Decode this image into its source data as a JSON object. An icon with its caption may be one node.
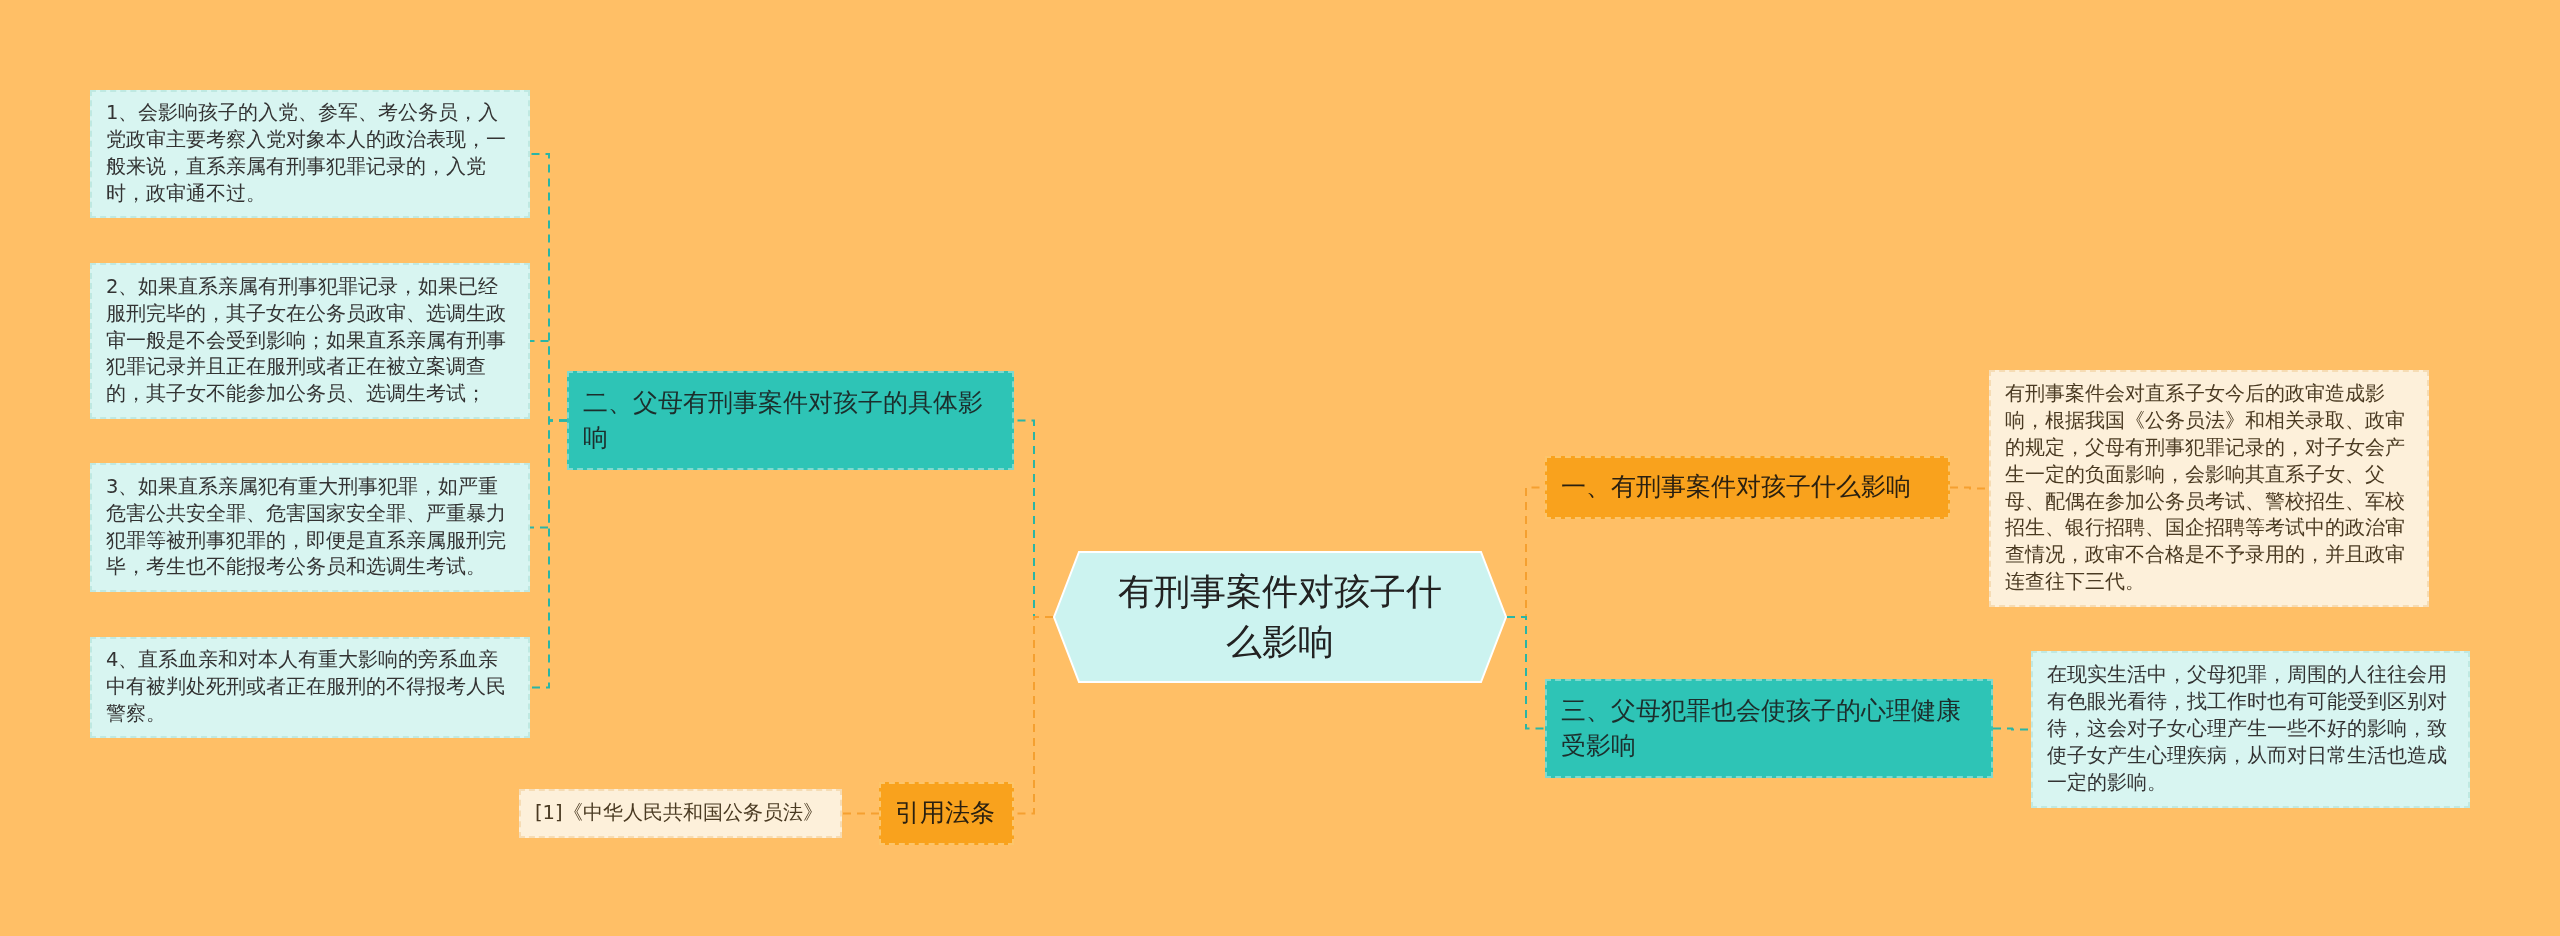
{
  "diagram": {
    "nodes": [
      {
        "text": [
          "有刑事案件对孩子什么影响"
        ]
      },
      {
        "text": [
          "二、父母有刑事案件对孩子的具体影响"
        ]
      },
      {
        "text": [
          "1、会影响孩子的入党、参军、考公务员，入党政审主要考察入党对象本人的政治表现，一般来说，直系亲属有刑事犯罪记录的，入党时，政审通不过。"
        ]
      },
      {
        "text": [
          "2、如果直系亲属有刑事犯罪记录，如果已经服刑完毕的，其子女在公务员政审、选调生政审一般是不会受到影响；如果直系亲属有刑事犯罪记录并且正在服刑或者正在被立案调查的，其子女不能参加公务员、选调生考试；"
        ]
      },
      {
        "text": [
          "3、如果直系亲属犯有重大刑事犯罪，如严重危害公共安全罪、危害国家安全罪、严重暴力犯罪等被刑事犯罪的，即便是直系亲属服刑完毕，考生也不能报考公务员和选调生考试。"
        ]
      },
      {
        "text": [
          "4、直系血亲和对本人有重大影响的旁系血亲中有被判处死刑或者正在服刑的不得报考人民警察。"
        ]
      },
      {
        "text": [
          "引用法条"
        ]
      },
      {
        "text": [
          "[1]《中华人民共和国公务员法》"
        ]
      },
      {
        "text": [
          "一、有刑事案件对孩子什么影响"
        ]
      },
      {
        "text": [
          "有刑事案件会对直系子女今后的政审造成影响，根据我国《公务员法》和相关录取、政审的规定，父母有刑事犯罪记录的，对子女会产生一定的负面影响，会影响其直系子女、父母、配偶在参加公务员考试、警校招生、军校招生、银行招聘、国企招聘等考试中的政治审查情况，政审不合格是不予录用的，并且政审连查往下三代。"
        ]
      },
      {
        "text": [
          "三、父母犯罪也会使孩子的心理健康受影响"
        ]
      },
      {
        "text": [
          "在现实生活中，父母犯罪，周围的人往往会用有色眼光看待，找工作时也有可能受到区别对待，这会对子女心理产生一些不好的影响，致使子女产生心理疾病，从而对日常生活也造成一定的影响。"
        ]
      }
    ],
    "edges": [
      {
        "from": 0,
        "to": 1,
        "arrow": "none",
        "style": "dashed"
      },
      {
        "from": 1,
        "to": 2,
        "arrow": "none",
        "style": "dashed"
      },
      {
        "from": 1,
        "to": 3,
        "arrow": "none",
        "style": "dashed"
      },
      {
        "from": 1,
        "to": 4,
        "arrow": "none",
        "style": "dashed"
      },
      {
        "from": 1,
        "to": 5,
        "arrow": "none",
        "style": "dashed"
      },
      {
        "from": 0,
        "to": 6,
        "arrow": "none",
        "style": "dashed",
        "color": "#f5a030"
      },
      {
        "from": 6,
        "to": 7,
        "arrow": "none",
        "style": "dashed",
        "color": "#f5a030"
      },
      {
        "from": 0,
        "to": 8,
        "arrow": "none",
        "style": "dashed",
        "color": "#f5a030"
      },
      {
        "from": 8,
        "to": 9,
        "arrow": "none",
        "style": "dashed",
        "color": "#f5a030"
      },
      {
        "from": 0,
        "to": 10,
        "arrow": "none",
        "style": "dashed"
      },
      {
        "from": 10,
        "to": 11,
        "arrow": "none",
        "style": "dashed"
      }
    ]
  }
}
